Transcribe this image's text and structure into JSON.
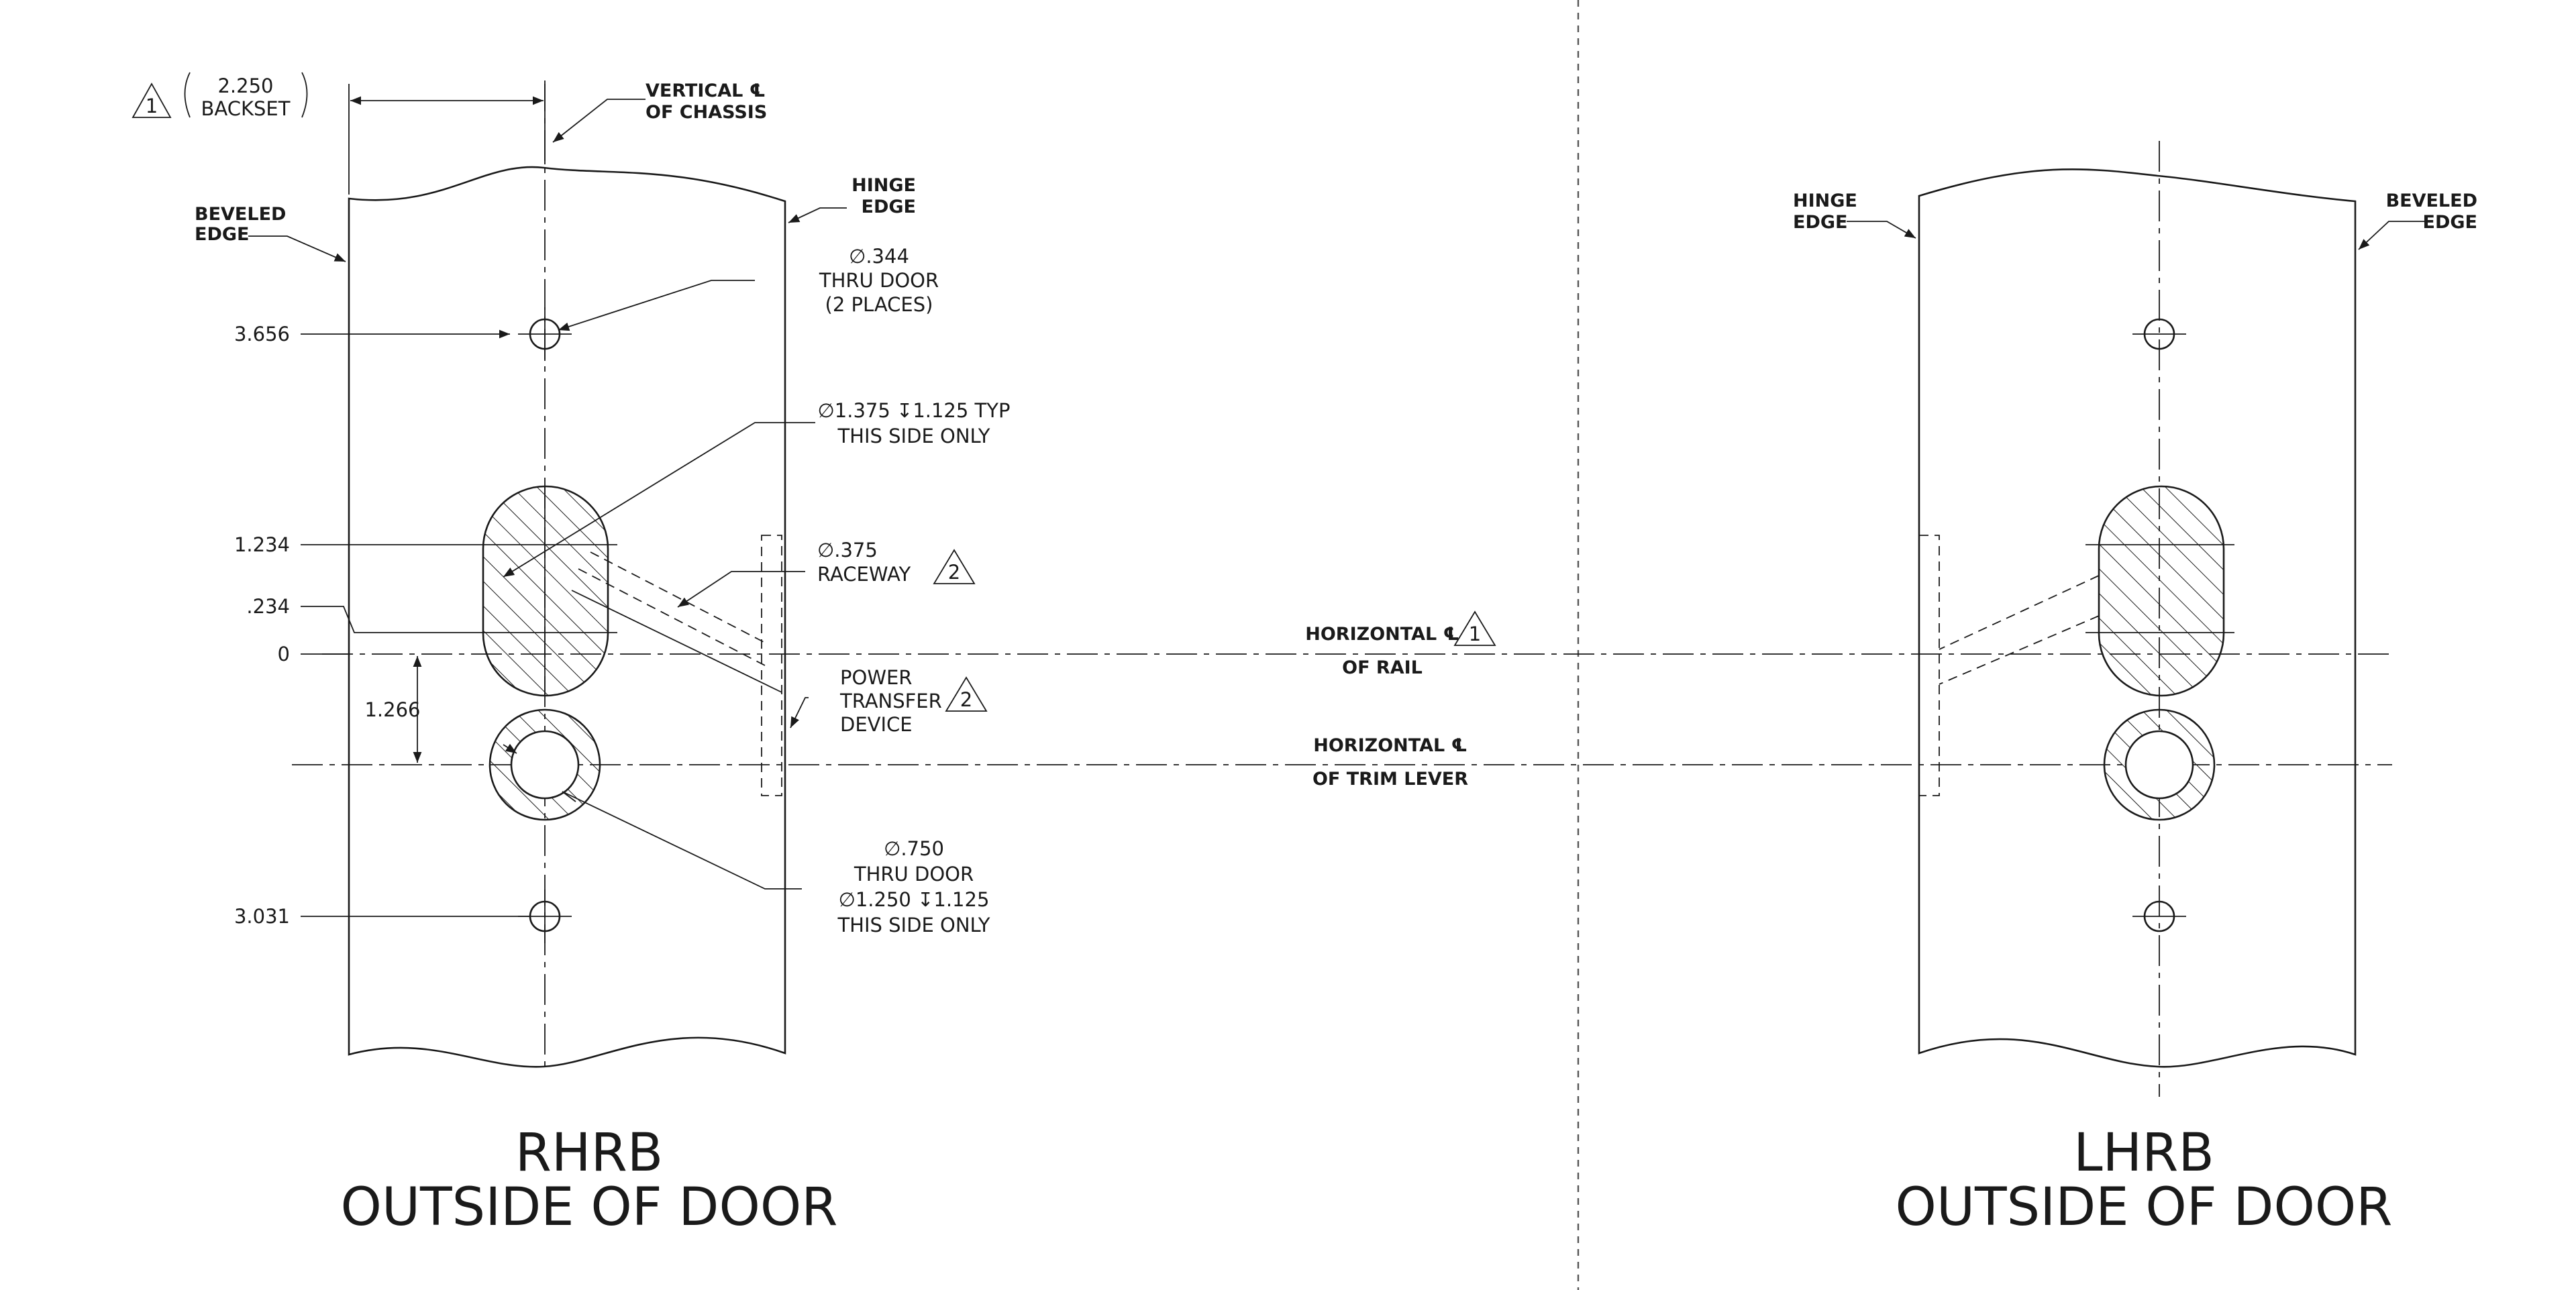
{
  "views": [
    {
      "id": "rhrb",
      "title_line1": "RHRB",
      "title_line2": "OUTSIDE OF DOOR",
      "beveled_edge_label": [
        "BEVELED",
        "EDGE"
      ],
      "hinge_edge_label": [
        "HINGE",
        "EDGE"
      ]
    },
    {
      "id": "lhrb",
      "title_line1": "LHRB",
      "title_line2": "OUTSIDE OF DOOR",
      "beveled_edge_label": [
        "BEVELED",
        "EDGE"
      ],
      "hinge_edge_label": [
        "HINGE",
        "EDGE"
      ]
    }
  ],
  "backset": {
    "value": "2.250",
    "label": "BACKSET",
    "note_flag": "1"
  },
  "vertical_cl": {
    "line1": "VERTICAL ℄",
    "line2": "OF CHASSIS"
  },
  "dimensions": {
    "top_hole": "3.656",
    "upper_edge": "1.234",
    "lower_edge": ".234",
    "zero": "0",
    "lever_offset": "1.266",
    "bottom_hole": "3.031"
  },
  "notes": {
    "thru_door_small": [
      "∅.344",
      "THRU DOOR",
      "(2 PLACES)"
    ],
    "counterbore": [
      "∅1.375 ↧1.125 TYP",
      "THIS SIDE ONLY"
    ],
    "raceway": {
      "line1": "∅.375",
      "line2": "RACEWAY",
      "flag": "2"
    },
    "power_transfer": {
      "lines": [
        "POWER",
        "TRANSFER",
        "DEVICE"
      ],
      "flag": "2"
    },
    "lever_hole": [
      "∅.750",
      "THRU DOOR",
      "∅1.250 ↧1.125",
      "THIS SIDE ONLY"
    ]
  },
  "horizontal_rail": {
    "line1": "HORIZONTAL ℄",
    "line2": "OF RAIL",
    "flag": "1"
  },
  "horizontal_trim": {
    "line1": "HORIZONTAL ℄",
    "line2": "OF TRIM LEVER"
  }
}
